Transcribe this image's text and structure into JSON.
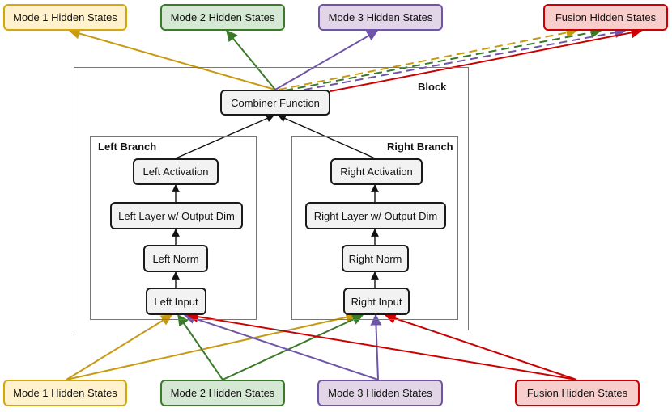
{
  "containers": {
    "block": "Block",
    "left_branch": "Left Branch",
    "right_branch": "Right Branch"
  },
  "nodes": {
    "combiner": "Combiner Function",
    "left_activation": "Left Activation",
    "left_layer": "Left Layer w/ Output Dim",
    "left_norm": "Left Norm",
    "left_input": "Left Input",
    "right_activation": "Right Activation",
    "right_layer": "Right Layer w/ Output Dim",
    "right_norm": "Right Norm",
    "right_input": "Right Input"
  },
  "top_outputs": [
    {
      "label": "Mode 1 Hidden States",
      "fill": "#fff2cc",
      "stroke": "#d6a70a"
    },
    {
      "label": "Mode 2 Hidden States",
      "fill": "#d5e8d4",
      "stroke": "#3b7a28"
    },
    {
      "label": "Mode 3 Hidden States",
      "fill": "#e1d5e7",
      "stroke": "#6f55a8"
    },
    {
      "label": "Fusion Hidden States",
      "fill": "#f8cecc",
      "stroke": "#cc0000"
    }
  ],
  "bottom_inputs": [
    {
      "label": "Mode 1 Hidden States",
      "fill": "#fff2cc",
      "stroke": "#d6a70a"
    },
    {
      "label": "Mode 2 Hidden States",
      "fill": "#d5e8d4",
      "stroke": "#3b7a28"
    },
    {
      "label": "Mode 3 Hidden States",
      "fill": "#e1d5e7",
      "stroke": "#6f55a8"
    },
    {
      "label": "Fusion Hidden States",
      "fill": "#f8cecc",
      "stroke": "#cc0000"
    }
  ],
  "colors": {
    "mode1": "#c89a12",
    "mode2": "#3b7a28",
    "mode3": "#6f55a8",
    "fusion": "#cc0000",
    "neutral": "#111111"
  }
}
